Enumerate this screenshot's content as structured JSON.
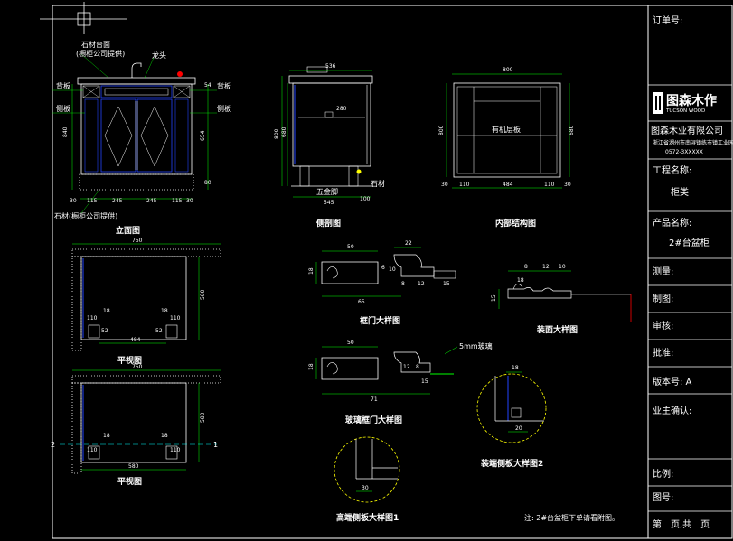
{
  "views": {
    "elevation": {
      "title": "立面图",
      "callouts": {
        "top_material": "石材台面",
        "top_material_note": "(橱柜公司提供)",
        "faucet": "龙头",
        "left_upper": "背板",
        "left_lower": "侧板",
        "right_upper": "背板",
        "right_lower": "侧板",
        "base_material": "石材(橱柜公司提供)"
      },
      "dims": {
        "h_total": "840",
        "h_right_a": "54",
        "h_right_b": "654",
        "h_right_c": "80",
        "bottom": [
          "30",
          "115",
          "245",
          "245",
          "115",
          "30"
        ]
      }
    },
    "side": {
      "title": "侧剖图",
      "dims": {
        "top": "536",
        "h_total": "800",
        "h_inner": "680",
        "shelf": "280",
        "bottom_a": "545",
        "bottom_b": "100"
      },
      "callouts": {
        "hinge": "五金脚",
        "base": "石材"
      }
    },
    "internal": {
      "title": "内部结构图",
      "dims": {
        "top": "800",
        "h_total": "800",
        "h_inner": "680",
        "bottom": [
          "30",
          "110",
          "484",
          "110",
          "30"
        ]
      },
      "callouts": {
        "center": "有机层板"
      }
    },
    "plan1": {
      "title": "平视图",
      "dims": {
        "top": "750",
        "side": "580",
        "inner_left": "110",
        "inner_right": "110",
        "inner_small_l": "18",
        "inner_small_r": "18",
        "bottom": "484",
        "base_l": "52",
        "base_r": "52"
      }
    },
    "plan2": {
      "title": "平视图",
      "dims": {
        "top": "750",
        "side": "580",
        "inner_left": "110",
        "inner_right": "110",
        "inner_small_l": "18",
        "inner_small_r": "18",
        "bottom": "580"
      },
      "section_left": "2",
      "section_right": "1"
    },
    "frame_door": {
      "title": "框门大样图",
      "dims": {
        "top_a": "50",
        "top_b": "22",
        "left": "18",
        "mid_a": "10",
        "mid_b": "8",
        "mid_c": "12",
        "right": "15",
        "bottom": "65",
        "small": "6"
      }
    },
    "panel": {
      "title": "装面大样图",
      "dims": {
        "top_a": "8",
        "top_b": "12",
        "top_c": "10",
        "left": "15",
        "side": "18"
      }
    },
    "glass_door": {
      "title": "玻璃框门大样图",
      "dims": {
        "top": "50",
        "left": "18",
        "mid_a": "12",
        "mid_b": "8",
        "mid_c": "15",
        "bottom": "71"
      },
      "glass_note": "5mm玻璃"
    },
    "detail1": {
      "title": "高端侧板大样图1",
      "dim": "30"
    },
    "detail2": {
      "title": "装端侧板大样图2",
      "dims": {
        "top": "18",
        "bottom": "20"
      }
    },
    "note": "注: 2#台盆柜下单请看附图。"
  },
  "title_block": {
    "order_no": "订单号:",
    "logo_cn": "图森木作",
    "logo_en": "TUCSON WOOD",
    "company": "图森木业有限公司",
    "address": "浙江省湖州市南浔镇练市镇工业园区",
    "phone": "0572-3XXXXX",
    "project_label": "工程名称:",
    "project_value": "柜类",
    "product_label": "产品名称:",
    "product_value": "2#台盆柜",
    "measure": "测量:",
    "draw": "制图:",
    "review": "审核:",
    "approve": "批准:",
    "version": "版本号: A",
    "owner": "业主确认:",
    "scale": "比例:",
    "drawing_no": "图号:",
    "page": "第　页,共　页"
  },
  "colors": {
    "background": "#000000",
    "line": "#ffffff",
    "dim": "#00ff00",
    "accent": "#ff0000",
    "blue": "#2244ff",
    "yellow": "#ffff00",
    "cyan": "#00ffff"
  }
}
